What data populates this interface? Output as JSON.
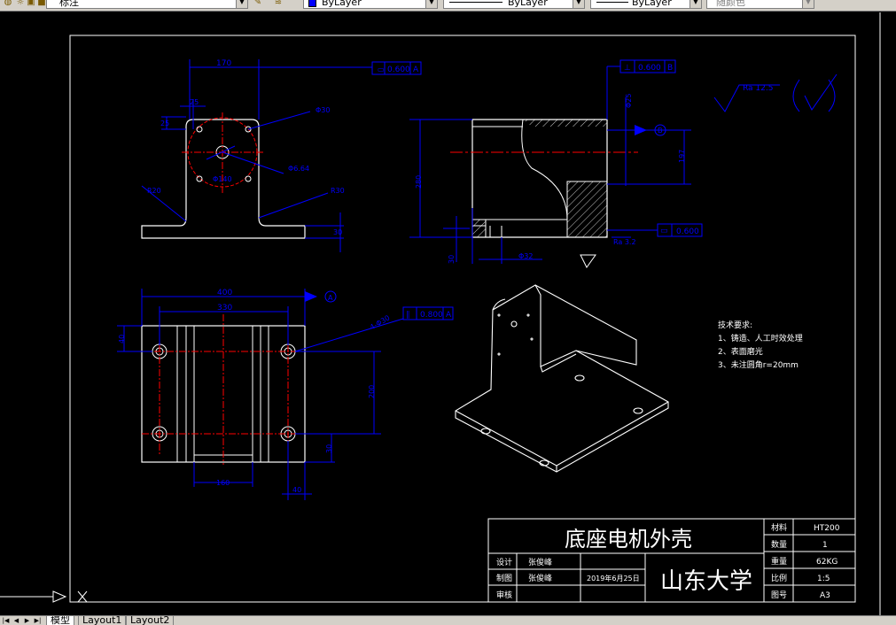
{
  "toolbar": {
    "dimstyle_value": "标注",
    "color_value": "ByLayer",
    "linetype_value": "ByLayer",
    "lineweight_value": "ByLayer",
    "plotstyle_value": "随颜色"
  },
  "tabs": {
    "model": "模型",
    "layout1": "Layout1",
    "layout2": "Layout2"
  },
  "colors": {
    "background": "#000000",
    "geometry": "#ffffff",
    "dimension": "#0000ff",
    "centerline": "#ff0000",
    "text": "#ffffff"
  },
  "title_block": {
    "part_name": "底座电机外壳",
    "school": "山东大学",
    "material_label": "材料",
    "material_value": "HT200",
    "quantity_label": "数量",
    "quantity_value": "1",
    "weight_label": "重量",
    "weight_value": "62KG",
    "scale_label": "比例",
    "scale_value": "1:5",
    "drawing_no_label": "图号",
    "drawing_no_value": "A3",
    "design_label": "设计",
    "design_value": "张俊峰",
    "draw_label": "制图",
    "draw_value": "张俊峰",
    "draw_date": "2019年6月25日",
    "review_label": "审核"
  },
  "tech_requirements": {
    "heading": "技术要求:",
    "items": [
      "1、铸造、人工时效处理",
      "2、表面磨光",
      "3、未注圆角r=20mm"
    ]
  },
  "surface_finish": {
    "value": "Ra 12.5"
  },
  "front_view": {
    "dims": [
      "170",
      "25",
      "25",
      "Φ30",
      "Φ140",
      "Φ6.64",
      "R30",
      "R20",
      "30"
    ],
    "flatness": "0.600",
    "datum": "A"
  },
  "side_view": {
    "dims": [
      "Φ25",
      "280",
      "197",
      "30",
      "Φ32",
      "Ra 3.2"
    ],
    "perpendicularity": "0.600",
    "datum": "B",
    "flatness": "0.600"
  },
  "top_view": {
    "dims": [
      "400",
      "330",
      "40",
      "4-Φ30",
      "200",
      "30",
      "160",
      "40"
    ],
    "parallelism": "0.800",
    "datum": "A"
  }
}
